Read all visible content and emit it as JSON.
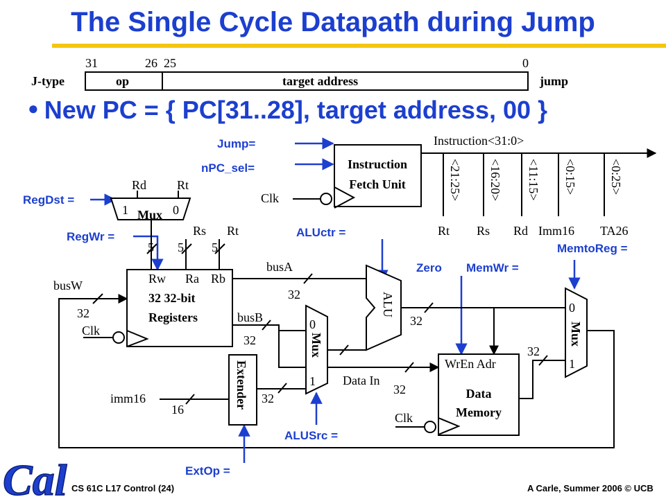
{
  "title": "The Single Cycle Datapath during Jump",
  "instruction_format": {
    "bit_labels": [
      "31",
      "26",
      "25",
      "0"
    ],
    "type_label": "J-type",
    "fields": [
      "op",
      "target address"
    ],
    "name": "jump"
  },
  "bullet": "New PC = { PC[31..28], target address, 00 }",
  "control_signals": {
    "jump": "Jump=",
    "npc_sel": "nPC_sel=",
    "regdst": "RegDst =",
    "regwr": "RegWr =",
    "aluctr": "ALUctr =",
    "memtoreg": "MemtoReg =",
    "memwr": "MemWr =",
    "zero": "Zero",
    "alusrc": "ALUSrc =",
    "extop": "ExtOp ="
  },
  "fetch_unit": {
    "line1": "Instruction",
    "line2": "Fetch Unit"
  },
  "instruction_bus": {
    "label": "Instruction<31:0>",
    "fields": [
      {
        "range": "<21:25>",
        "name": "Rt"
      },
      {
        "range": "<16:20>",
        "name": "Rs"
      },
      {
        "range": "<11:15>",
        "name": "Rd"
      },
      {
        "range": "<0:15>",
        "name": "Imm16"
      },
      {
        "range": "<0:25>",
        "name": "TA26"
      }
    ]
  },
  "regdst_mux": {
    "label": "Mux",
    "in1": "1",
    "in0": "0",
    "input_a": "Rd",
    "input_b": "Rt"
  },
  "register_file": {
    "ports": [
      "Rw",
      "Ra",
      "Rb"
    ],
    "line1": "32 32-bit",
    "line2": "Registers",
    "reg_inputs": [
      "Rs",
      "Rt"
    ]
  },
  "widths": {
    "five": "5",
    "thirty_two": "32",
    "sixteen": "16"
  },
  "signals": {
    "busA": "busA",
    "busB": "busB",
    "busW": "busW",
    "clk": "Clk",
    "imm16": "imm16",
    "data_in": "Data In"
  },
  "extender": "Extender",
  "alusrc_mux": {
    "label": "Mux",
    "in0": "0",
    "in1": "1"
  },
  "alu": "ALU",
  "data_memory": {
    "ports": "WrEn Adr",
    "line1": "Data",
    "line2": "Memory"
  },
  "memtoreg_mux": {
    "label": "Mux",
    "in0": "0",
    "in1": "1"
  },
  "footer": {
    "left": "CS 61C L17 Control (24)",
    "right": "A Carle, Summer 2006 © UCB"
  },
  "logo": {
    "text": "Cal",
    "color": "#1c3fcf"
  },
  "colors": {
    "title": "#1c3fcf",
    "accent": "#f4c60f",
    "signal": "#1c3fcf",
    "wire": "#000000"
  }
}
